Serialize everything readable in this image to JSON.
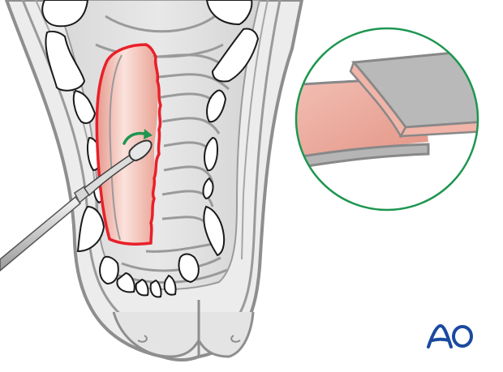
{
  "illustration": {
    "subject": "palate-flap-elevation",
    "main_view": {
      "anatomy": "canine-hard-palate-ventral-view",
      "flap_outline_color": "#e8202a",
      "flap_fill_color": "#f0b4a8",
      "tissue_fill_color": "#dcdcdc",
      "outline_color": "#8c8c8c",
      "tooth_fill_color": "#ffffff",
      "instrument": "periosteal-elevator",
      "arrow_color": "#1e9650",
      "arrow_direction": "rotate-right"
    },
    "inset": {
      "shape": "circle",
      "border_color": "#1e9650",
      "depicts": "overlapping-flap-layers",
      "flap_mucosa_color": "#f0b4a8",
      "flap_top_color": "#b9b9b9"
    }
  },
  "logo": {
    "text": "AO",
    "color": "#1a4aa0"
  }
}
